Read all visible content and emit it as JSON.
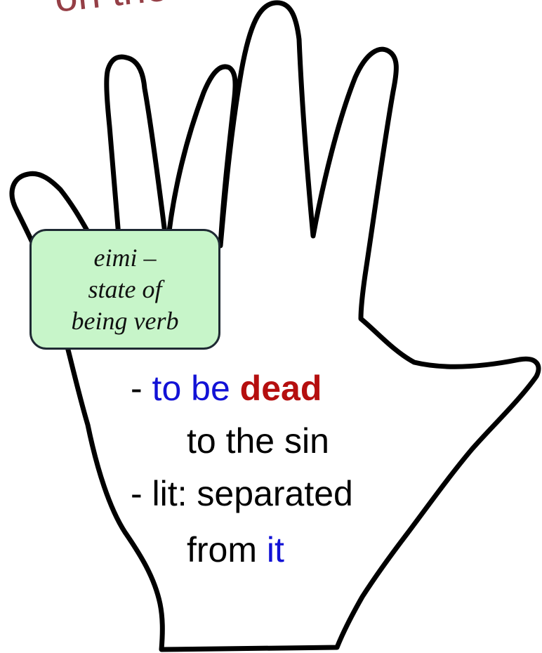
{
  "top_text_partial": "on the",
  "callout": {
    "lines": [
      "eimi –",
      "state of",
      "being verb"
    ]
  },
  "body_text": {
    "line1_prefix": "- ",
    "line1_blue": "to be",
    "line1_space": " ",
    "line1_red": "dead",
    "line2": "to the sin",
    "line3": "- lit: separated",
    "line4_prefix": "from ",
    "line4_blue": "it"
  },
  "colors": {
    "hand_outline": "#000000",
    "callout_fill": "#c7f5c9",
    "callout_border": "#1f2a33",
    "blue_text": "#1212d6",
    "red_text": "#b50f0f",
    "top_text": "#8a2b33"
  }
}
